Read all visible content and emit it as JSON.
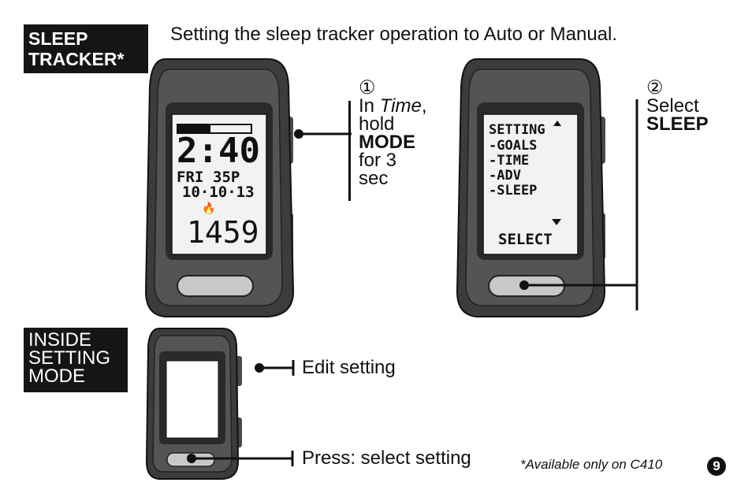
{
  "section1": {
    "tag_line1": "SLEEP",
    "tag_line2": "TRACKER*",
    "heading": "Setting the sleep tracker operation to Auto or Manual."
  },
  "step1": {
    "number": "①",
    "line1_prefix": "In ",
    "line1_italic": "Time",
    "line1_suffix": ",",
    "line2": "hold",
    "line3": "MODE",
    "line4": "for 3",
    "line5": "sec"
  },
  "step2": {
    "number": "②",
    "line1": "Select",
    "line2": "SLEEP"
  },
  "watch1_screen": {
    "time": "2:40",
    "day": "FRI",
    "temp": "35P",
    "date": "10·10·13",
    "flame_icon": "flame-icon",
    "calories": "1459"
  },
  "watch2_screen": {
    "title": "SETTING",
    "items": [
      "-GOALS",
      "-TIME",
      "-ADV",
      "-SLEEP"
    ],
    "select": "SELECT"
  },
  "section2": {
    "tag_line1": "INSIDE",
    "tag_line2": "SETTING",
    "tag_line3": "MODE",
    "edit_label": "Edit setting",
    "press_label": "Press: select setting"
  },
  "footnote": "*Available only on C410",
  "page_number": "9"
}
